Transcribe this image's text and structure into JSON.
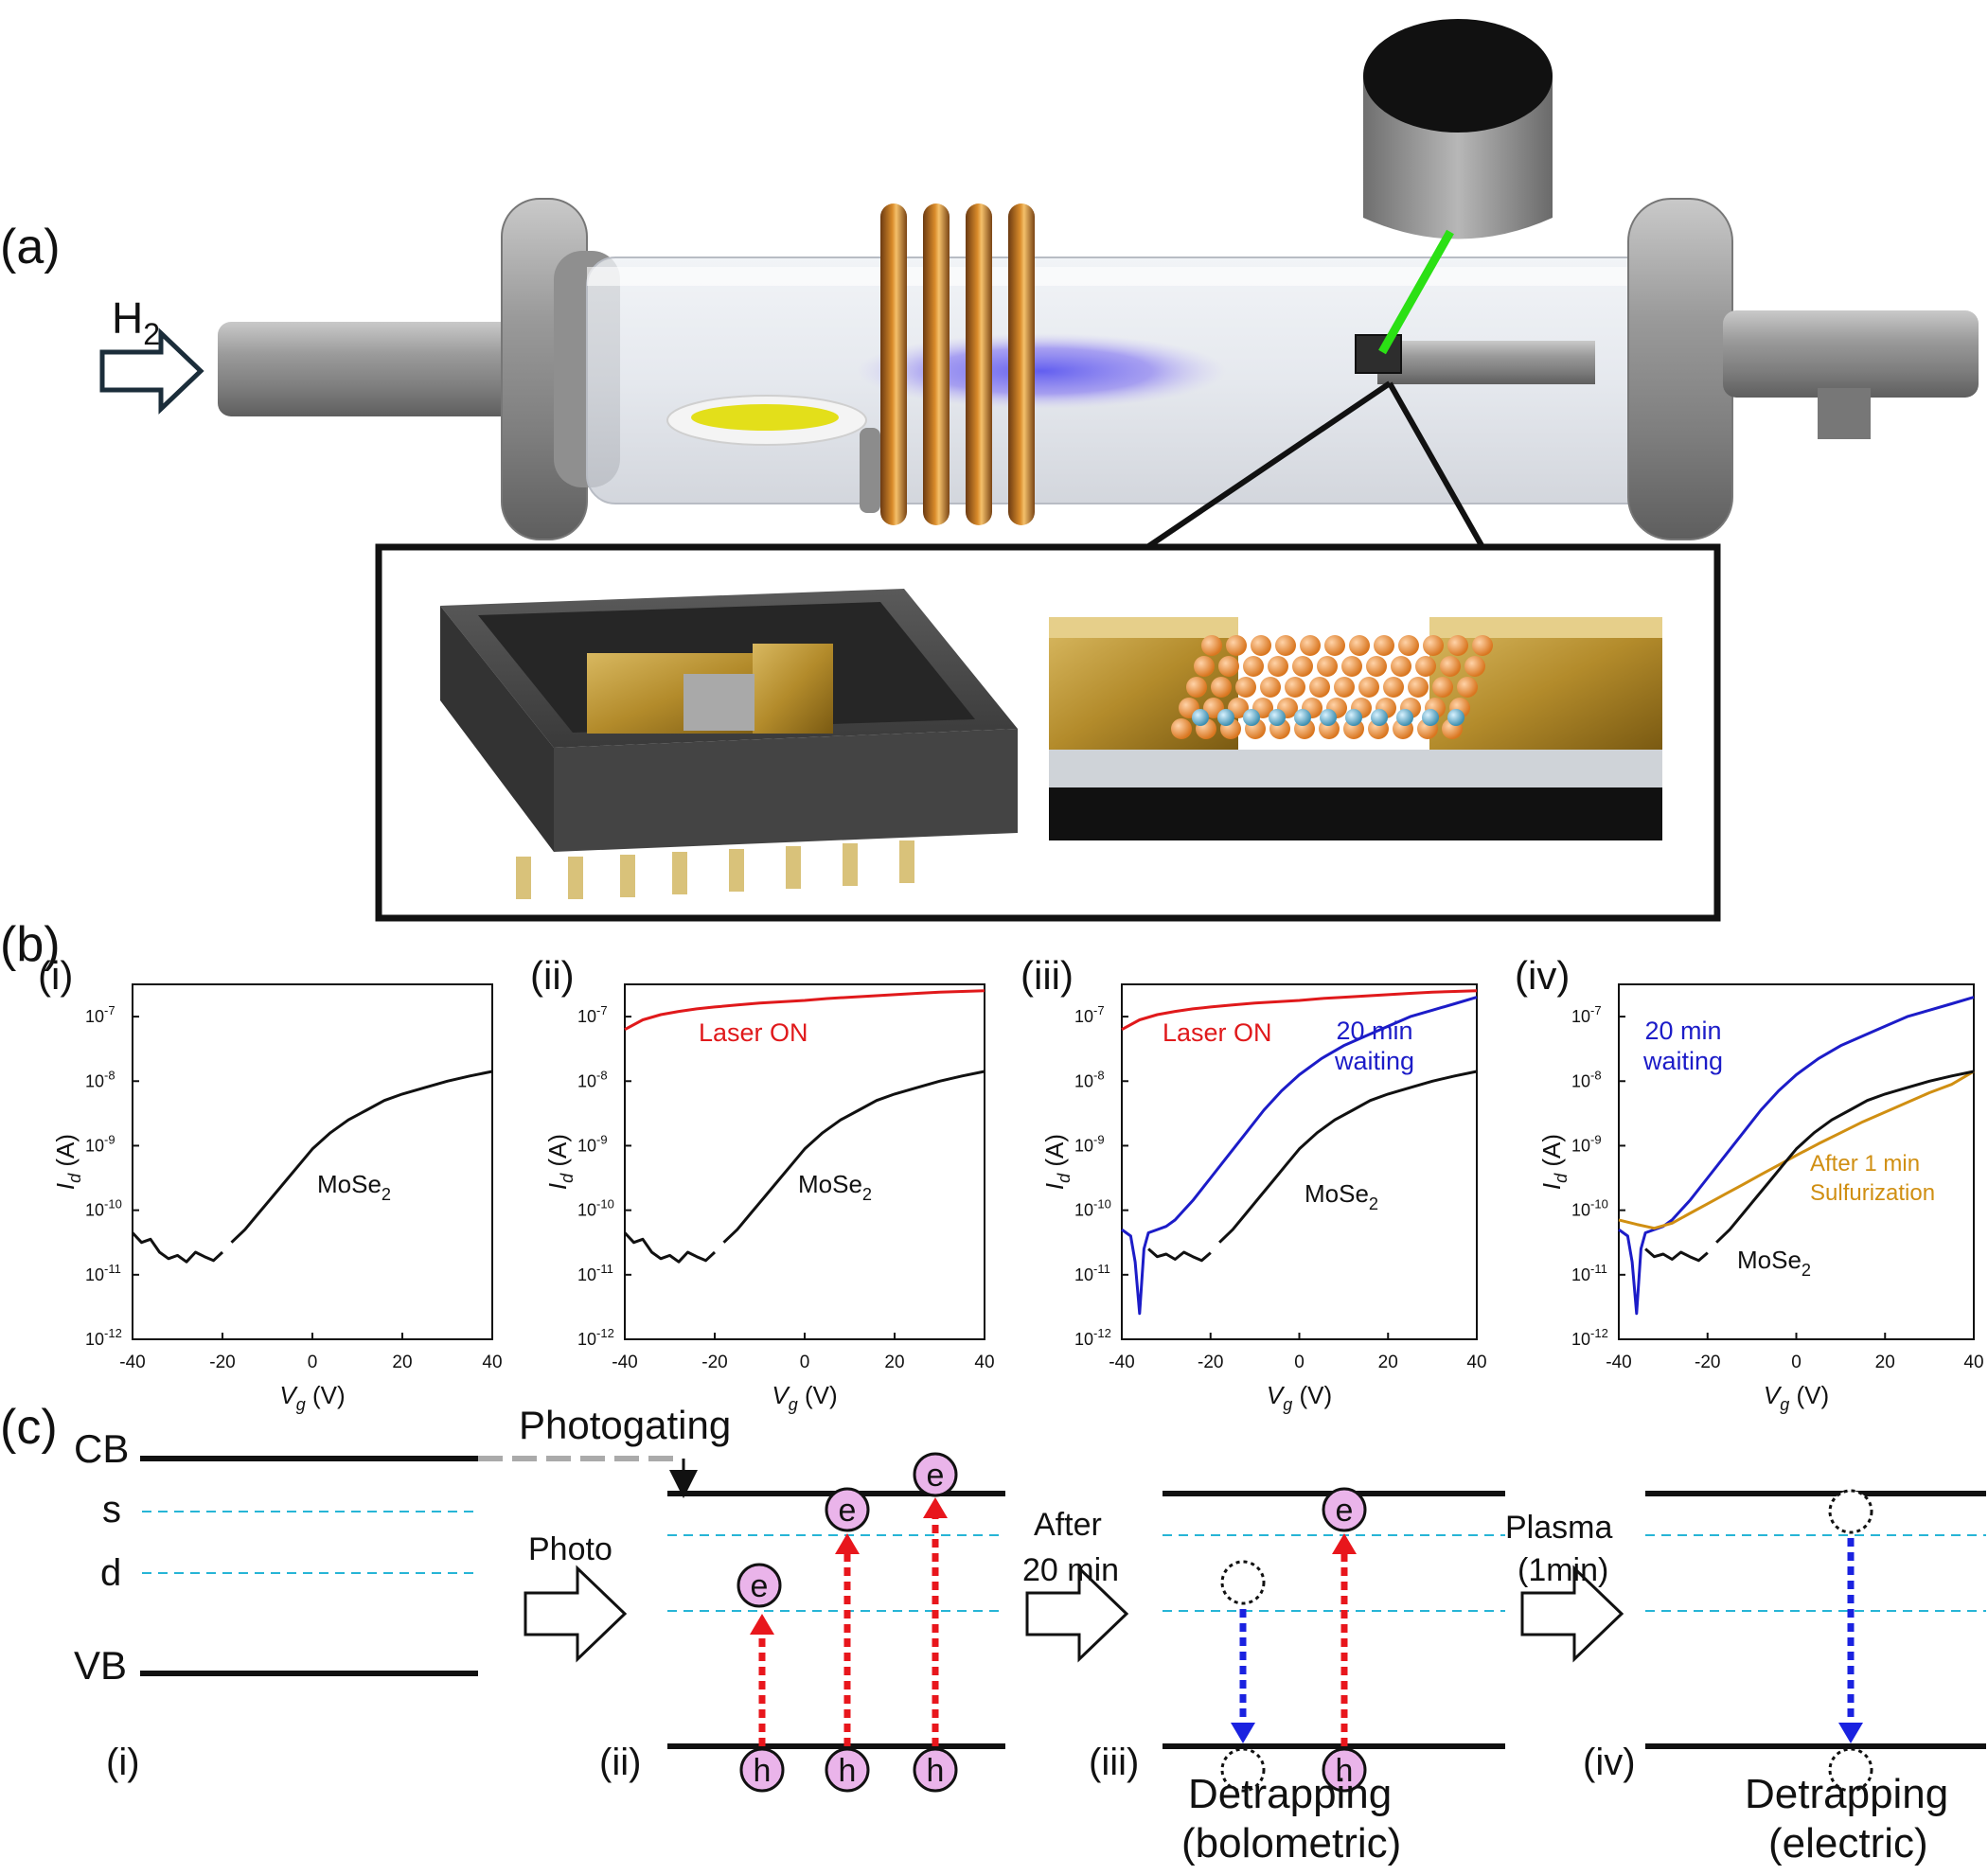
{
  "panel_labels": {
    "a": "(a)",
    "b": "(b)",
    "c": "(c)"
  },
  "gas_label": "H",
  "gas_sub": "2",
  "subpanel_labels": [
    "(i)",
    "(ii)",
    "(iii)",
    "(iv)"
  ],
  "y_axis_label": "I",
  "y_axis_sub": "d",
  "y_axis_unit": " (A)",
  "x_axis_label": "V",
  "x_axis_sub": "g",
  "x_axis_unit": " (V)",
  "y_ticks": [
    {
      "base": "10",
      "exp": "-7",
      "value": -7
    },
    {
      "base": "10",
      "exp": "-8",
      "value": -8
    },
    {
      "base": "10",
      "exp": "-9",
      "value": -9
    },
    {
      "base": "10",
      "exp": "-10",
      "value": -10
    },
    {
      "base": "10",
      "exp": "-11",
      "value": -11
    },
    {
      "base": "10",
      "exp": "-12",
      "value": -12
    }
  ],
  "x_ticks": [
    "-40",
    "-20",
    "0",
    "20",
    "40"
  ],
  "colors": {
    "mose2": "#111111",
    "laser": "#e0191b",
    "waiting": "#1c1cc8",
    "sulfur": "#d08f12",
    "dashed_level": "#27b5d6",
    "arrow_up": "#e8161c",
    "arrow_down": "#1a22e0",
    "carrier": "#eab4ea"
  },
  "chart_data": [
    {
      "type": "line",
      "panel": "(i)",
      "xlim": [
        -40,
        40
      ],
      "ylim": [
        -12,
        -6.5
      ],
      "y_scale": "log",
      "series": [
        {
          "name": "MoSe",
          "name_sub": "2",
          "color_key": "mose2",
          "x": [
            -40,
            -38,
            -36,
            -34,
            -32,
            -30,
            -28,
            -26,
            -24,
            -22,
            -20
          ],
          "y": [
            -10.35,
            -10.5,
            -10.45,
            -10.65,
            -10.75,
            -10.7,
            -10.8,
            -10.65,
            -10.72,
            -10.78,
            -10.65
          ]
        },
        {
          "name": "",
          "color_key": "mose2",
          "x": [
            -18,
            -15,
            -12,
            -9,
            -6,
            -3,
            0,
            4,
            8,
            12,
            16,
            20,
            25,
            30,
            35,
            40
          ],
          "y": [
            -10.5,
            -10.3,
            -10.05,
            -9.8,
            -9.55,
            -9.3,
            -9.05,
            -8.8,
            -8.6,
            -8.45,
            -8.3,
            -8.2,
            -8.1,
            -8.0,
            -7.92,
            -7.85
          ]
        }
      ]
    },
    {
      "type": "line",
      "panel": "(ii)",
      "xlim": [
        -40,
        40
      ],
      "ylim": [
        -12,
        -6.5
      ],
      "y_scale": "log",
      "series": [
        {
          "name": "Laser ON",
          "color_key": "laser",
          "x": [
            -40,
            -36,
            -32,
            -28,
            -24,
            -20,
            -15,
            -10,
            -5,
            0,
            5,
            10,
            15,
            20,
            25,
            30,
            35,
            40
          ],
          "y": [
            -7.2,
            -7.05,
            -6.97,
            -6.92,
            -6.88,
            -6.85,
            -6.82,
            -6.79,
            -6.77,
            -6.75,
            -6.72,
            -6.7,
            -6.68,
            -6.66,
            -6.64,
            -6.62,
            -6.61,
            -6.6
          ]
        },
        {
          "name": "MoSe",
          "name_sub": "2",
          "color_key": "mose2",
          "x": [
            -40,
            -38,
            -36,
            -34,
            -32,
            -30,
            -28,
            -26,
            -24,
            -22,
            -20
          ],
          "y": [
            -10.35,
            -10.5,
            -10.45,
            -10.65,
            -10.75,
            -10.7,
            -10.8,
            -10.65,
            -10.72,
            -10.78,
            -10.65
          ]
        },
        {
          "name": "",
          "color_key": "mose2",
          "x": [
            -18,
            -15,
            -12,
            -9,
            -6,
            -3,
            0,
            4,
            8,
            12,
            16,
            20,
            25,
            30,
            35,
            40
          ],
          "y": [
            -10.5,
            -10.3,
            -10.05,
            -9.8,
            -9.55,
            -9.3,
            -9.05,
            -8.8,
            -8.6,
            -8.45,
            -8.3,
            -8.2,
            -8.1,
            -8.0,
            -7.92,
            -7.85
          ]
        }
      ]
    },
    {
      "type": "line",
      "panel": "(iii)",
      "xlim": [
        -40,
        40
      ],
      "ylim": [
        -12,
        -6.5
      ],
      "y_scale": "log",
      "series": [
        {
          "name": "Laser ON",
          "color_key": "laser",
          "x": [
            -40,
            -36,
            -32,
            -28,
            -24,
            -20,
            -15,
            -10,
            -5,
            0,
            5,
            10,
            15,
            20,
            25,
            30,
            35,
            40
          ],
          "y": [
            -7.2,
            -7.05,
            -6.97,
            -6.92,
            -6.88,
            -6.85,
            -6.82,
            -6.79,
            -6.77,
            -6.75,
            -6.72,
            -6.7,
            -6.68,
            -6.66,
            -6.64,
            -6.62,
            -6.61,
            -6.6
          ]
        },
        {
          "name": "20 min waiting",
          "color_key": "waiting",
          "x": [
            -40,
            -38,
            -37,
            -36,
            -35,
            -34,
            -32,
            -30,
            -28,
            -26,
            -24,
            -20,
            -16,
            -12,
            -8,
            -4,
            0,
            5,
            10,
            15,
            20,
            25,
            30,
            35,
            40
          ],
          "y": [
            -10.3,
            -10.4,
            -10.8,
            -11.6,
            -10.6,
            -10.35,
            -10.3,
            -10.25,
            -10.15,
            -10.0,
            -9.85,
            -9.5,
            -9.15,
            -8.8,
            -8.45,
            -8.15,
            -7.9,
            -7.65,
            -7.45,
            -7.3,
            -7.15,
            -7.0,
            -6.9,
            -6.8,
            -6.7
          ]
        },
        {
          "name": "MoSe",
          "name_sub": "2",
          "color_key": "mose2",
          "x": [
            -34,
            -32,
            -30,
            -28,
            -26,
            -24,
            -22,
            -20
          ],
          "y": [
            -10.6,
            -10.72,
            -10.68,
            -10.76,
            -10.65,
            -10.72,
            -10.78,
            -10.66
          ]
        },
        {
          "name": "",
          "color_key": "mose2",
          "x": [
            -18,
            -15,
            -12,
            -9,
            -6,
            -3,
            0,
            4,
            8,
            12,
            16,
            20,
            25,
            30,
            35,
            40
          ],
          "y": [
            -10.5,
            -10.3,
            -10.05,
            -9.8,
            -9.55,
            -9.3,
            -9.05,
            -8.8,
            -8.6,
            -8.45,
            -8.3,
            -8.2,
            -8.1,
            -8.0,
            -7.92,
            -7.85
          ]
        }
      ]
    },
    {
      "type": "line",
      "panel": "(iv)",
      "xlim": [
        -40,
        40
      ],
      "ylim": [
        -12,
        -6.5
      ],
      "y_scale": "log",
      "series": [
        {
          "name": "20 min waiting",
          "color_key": "waiting",
          "x": [
            -40,
            -38,
            -37,
            -36,
            -35,
            -34,
            -32,
            -30,
            -28,
            -26,
            -24,
            -20,
            -16,
            -12,
            -8,
            -4,
            0,
            5,
            10,
            15,
            20,
            25,
            30,
            35,
            40
          ],
          "y": [
            -10.3,
            -10.4,
            -10.8,
            -11.6,
            -10.6,
            -10.35,
            -10.3,
            -10.25,
            -10.15,
            -10.0,
            -9.85,
            -9.5,
            -9.15,
            -8.8,
            -8.45,
            -8.15,
            -7.9,
            -7.65,
            -7.45,
            -7.3,
            -7.15,
            -7.0,
            -6.9,
            -6.8,
            -6.7
          ]
        },
        {
          "name": "After 1 min Sulfurization",
          "color_key": "sulfur",
          "x": [
            -40,
            -36,
            -32,
            -28,
            -24,
            -20,
            -16,
            -12,
            -8,
            -4,
            0,
            5,
            10,
            15,
            20,
            25,
            30,
            35,
            40
          ],
          "y": [
            -10.15,
            -10.22,
            -10.28,
            -10.2,
            -10.05,
            -9.9,
            -9.75,
            -9.6,
            -9.45,
            -9.3,
            -9.15,
            -8.97,
            -8.8,
            -8.63,
            -8.48,
            -8.33,
            -8.18,
            -8.05,
            -7.85
          ]
        },
        {
          "name": "MoSe",
          "name_sub": "2",
          "color_key": "mose2",
          "x": [
            -34,
            -32,
            -30,
            -28,
            -26,
            -24,
            -22,
            -20
          ],
          "y": [
            -10.6,
            -10.72,
            -10.68,
            -10.76,
            -10.65,
            -10.72,
            -10.78,
            -10.66
          ]
        },
        {
          "name": "",
          "color_key": "mose2",
          "x": [
            -18,
            -15,
            -12,
            -9,
            -6,
            -3,
            0,
            4,
            8,
            12,
            16,
            20,
            25,
            30,
            35,
            40
          ],
          "y": [
            -10.5,
            -10.3,
            -10.05,
            -9.8,
            -9.55,
            -9.3,
            -9.05,
            -8.8,
            -8.6,
            -8.45,
            -8.3,
            -8.2,
            -8.1,
            -8.0,
            -7.92,
            -7.85
          ]
        }
      ]
    }
  ],
  "series_labels": {
    "mose2": "MoSe",
    "mose2_sub": "2",
    "laser_on": "Laser ON",
    "waiting_1": "20 min",
    "waiting_2": "waiting",
    "sulfur_1": "After 1 min",
    "sulfur_2": "Sulfurization"
  },
  "band": {
    "cb": "CB",
    "vb": "VB",
    "s": "s",
    "d": "d",
    "photogating": "Photogating",
    "photo": "Photo",
    "after_1": "After",
    "after_2": "20 min",
    "plasma_1": "Plasma",
    "plasma_2": "(1min)",
    "electron": "e",
    "hole": "h",
    "detrap": "Detrapping",
    "bolometric": "(bolometric)",
    "electric": "(electric)"
  }
}
